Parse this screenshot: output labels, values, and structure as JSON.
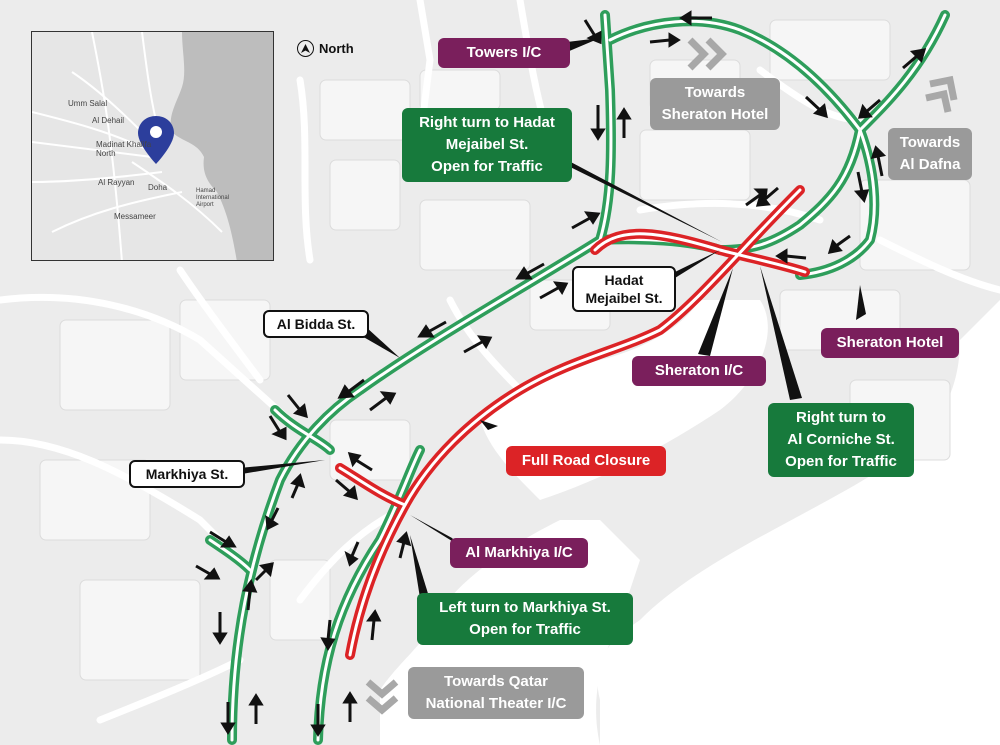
{
  "map": {
    "north_label": "North",
    "compass_icon": "north-arrow-icon",
    "pin_icon": "location-pin-icon",
    "colors": {
      "background": "#ececec",
      "land": "#e3e3e3",
      "water": "#ffffff",
      "open_route": "#2e9e5b",
      "closure": "#dc2326",
      "purple_label": "#7a1f5c",
      "green_label": "#177a3c",
      "gray_label": "#9a9a9a"
    }
  },
  "inset": {
    "places": [
      "Umm Salal",
      "Al Dehail",
      "Madinat Khalifa North",
      "Al Rayyan",
      "Doha",
      "Hamad International Airport",
      "Messameer"
    ]
  },
  "labels": {
    "towers_ic": "Towers I/C",
    "towards_sheraton": [
      "Towards",
      "Sheraton Hotel"
    ],
    "right_turn_hadat": [
      "Right turn to Hadat",
      "Mejaibel St.",
      "Open for Traffic"
    ],
    "towards_dafna": [
      "Towards",
      "Al Dafna"
    ],
    "hadat_mejaibel": [
      "Hadat",
      "Mejaibel St."
    ],
    "al_bidda": "Al Bidda St.",
    "sheraton_hotel": "Sheraton Hotel",
    "sheraton_ic": "Sheraton I/C",
    "right_turn_corniche": [
      "Right turn to",
      "Al Corniche St.",
      "Open for Traffic"
    ],
    "full_closure": "Full Road Closure",
    "markhiya_st": "Markhiya St.",
    "al_markhiya_ic": "Al Markhiya I/C",
    "left_turn_markhiya": [
      "Left turn to Markhiya St.",
      "Open for Traffic"
    ],
    "towards_theater": [
      "Towards Qatar",
      "National Theater I/C"
    ]
  }
}
